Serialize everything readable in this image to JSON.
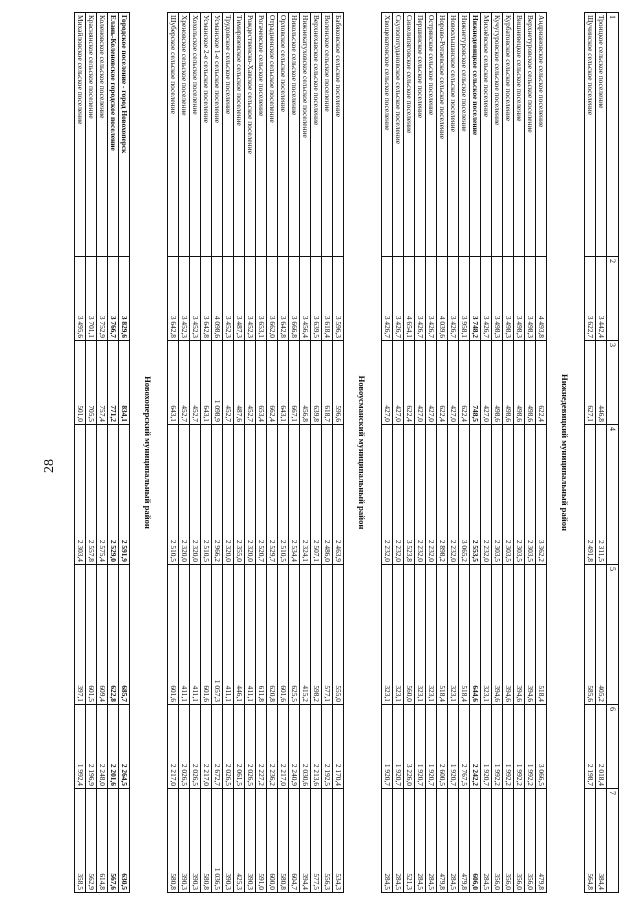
{
  "page_number": "28",
  "columns": [
    "1",
    "2",
    "3",
    "4",
    "5",
    "6",
    "7"
  ],
  "sections": [
    {
      "title": "",
      "rows": [
        [
          "Троицкое сельское поселение",
          "3 442,4",
          "446,8",
          "2 311,5",
          "405,2",
          "2 018,4",
          "384,4"
        ],
        [
          "Щучинское сельское поселение",
          "3 622,7",
          "627,1",
          "2 491,8",
          "585,6",
          "2 198,7",
          "564,8"
        ]
      ]
    },
    {
      "title": "Нижнедевицкий муниципальный район",
      "rows": [
        [
          "Андриановское сельское поселение",
          "4 493,8",
          "622,4",
          "3 362,2",
          "518,4",
          "3 066,5",
          "479,8"
        ],
        [
          "Верхнетуровское сельское поселение",
          "3 498,3",
          "498,6",
          "2 303,5",
          "394,6",
          "1 992,2",
          "356,0"
        ],
        [
          "Вишневецкое сельское поселение",
          "3 498,3",
          "498,6",
          "2 303,5",
          "394,6",
          "1 992,2",
          "356,0"
        ],
        [
          "Курбатовское сельское поселение",
          "3 498,3",
          "498,6",
          "2 303,5",
          "394,6",
          "1 992,2",
          "356,0"
        ],
        [
          "Кучугуровское сельское поселение",
          "3 498,3",
          "498,6",
          "2 303,5",
          "394,6",
          "1 992,2",
          "356,0"
        ],
        [
          "Михнёвское сельское поселение",
          "3 426,7",
          "427,0",
          "2 232,0",
          "323,1",
          "1 920,7",
          "284,5"
        ],
        [
          "Нижнедевицкое сельское поселение",
          "3 748,2",
          "748,5",
          "2 553,5",
          "644,6",
          "2 242,2",
          "606,0"
        ],
        [
          "Нижнетуровское сельское поселение",
          "3 958,1",
          "622,4",
          "3 065,2",
          "518,4",
          "2 767,5",
          "479,8"
        ],
        [
          "Новоольшанское сельское поселение",
          "3 426,7",
          "427,0",
          "2 232,0",
          "323,1",
          "1 920,7",
          "284,5"
        ],
        [
          "Норово-Ротаевское сельское поселение",
          "4 039,6",
          "622,4",
          "2 898,2",
          "518,4",
          "2 600,5",
          "479,8"
        ],
        [
          "Острянское сельское поселение",
          "3 426,7",
          "427,0",
          "2 232,0",
          "323,1",
          "1 920,7",
          "284,5"
        ],
        [
          "Першинское сельское поселение",
          "3 426,7",
          "427,0",
          "2 232,0",
          "323,1",
          "1 920,7",
          "284,5"
        ],
        [
          "Синелипяговское сельское поселение",
          "4 654,1",
          "622,4",
          "3 523,8",
          "560,0",
          "3 226,0",
          "521,3"
        ],
        [
          "Скупопотудановское сельское поселение",
          "3 426,7",
          "427,0",
          "2 232,0",
          "323,1",
          "1 920,7",
          "284,5"
        ],
        [
          "Хвощеватовское сельское поселение",
          "3 426,7",
          "427,0",
          "2 232,0",
          "323,1",
          "1 920,7",
          "284,5"
        ]
      ]
    },
    {
      "title": "Новоусманский муниципальный район",
      "rows": [
        [
          "Бабяковское сельское поселение",
          "3 596,3",
          "596,6",
          "2 463,9",
          "555,0",
          "2 170,4",
          "534,3"
        ],
        [
          "Воленское сельское поселение",
          "3 618,4",
          "618,7",
          "2 486,0",
          "577,1",
          "2 192,5",
          "556,3"
        ],
        [
          "Верхнехавское сельское поселение",
          "3 639,5",
          "639,8",
          "2 507,1",
          "598,2",
          "2 213,6",
          "577,5"
        ],
        [
          "Нижнекатуховское сельское поселение",
          "3 456,4",
          "456,8",
          "2 324,1",
          "415,2",
          "2 030,6",
          "394,4"
        ],
        [
          "Никольское сельское поселение",
          "3 666,8",
          "667,1",
          "2 534,4",
          "625,5",
          "2 240,9",
          "604,7"
        ],
        [
          "Орловское сельское поселение",
          "3 642,8",
          "643,1",
          "2 510,5",
          "601,6",
          "2 217,0",
          "580,8"
        ],
        [
          "Отрадненское сельское поселение",
          "3 662,0",
          "662,4",
          "2 529,7",
          "620,8",
          "2 236,2",
          "600,0"
        ],
        [
          "Рогачевское сельское поселение",
          "3 653,1",
          "653,4",
          "2 520,7",
          "611,8",
          "2 227,2",
          "591,0"
        ],
        [
          "Рождественско-Хавское сельское поселение",
          "3 452,3",
          "452,7",
          "2 320,0",
          "411,1",
          "2 026,5",
          "390,3"
        ],
        [
          "Тимирязевское сельское поселение",
          "3 487,3",
          "487,6",
          "2 355,0",
          "446,1",
          "2 061,5",
          "425,3"
        ],
        [
          "Трудовское сельское поселение",
          "3 452,3",
          "452,7",
          "2 320,0",
          "411,1",
          "2 026,5",
          "390,3"
        ],
        [
          "Усманское 1-е сельское поселение",
          "4 098,6",
          "1 098,9",
          "2 966,2",
          "1 057,3",
          "2 672,7",
          "1 036,5"
        ],
        [
          "Усманское 2-е сельское поселение",
          "3 642,8",
          "643,1",
          "2 510,5",
          "601,6",
          "2 217,0",
          "580,8"
        ],
        [
          "Хохольское сельское поселение",
          "3 452,3",
          "452,7",
          "2 320,0",
          "411,1",
          "2 026,5",
          "390,3"
        ],
        [
          "Хреновское сельское поселение",
          "3 452,3",
          "452,7",
          "2 320,0",
          "411,1",
          "2 026,5",
          "390,3"
        ],
        [
          "Шуберское сельское поселение",
          "3 642,8",
          "643,1",
          "2 510,5",
          "601,6",
          "2 217,0",
          "580,8"
        ]
      ]
    },
    {
      "title": "Новохоперский муниципальный район",
      "rows": [
        [
          "Городское поселение - город Новохоперск",
          "3 829,6",
          "834,1",
          "2 591,9",
          "685,7",
          "2 264,5",
          "630,5"
        ],
        [
          "Елань-Коленовское городское поселение",
          "3 766,7",
          "771,2",
          "2 529,0",
          "622,8",
          "2 201,6",
          "567,6"
        ],
        [
          "Коленовское сельское поселение",
          "3 752,9",
          "757,4",
          "2 575,4",
          "609,4",
          "2 248,0",
          "614,8"
        ],
        [
          "Краснянское сельское поселение",
          "3 701,1",
          "705,5",
          "2 557,8",
          "601,5",
          "2 196,9",
          "562,9"
        ],
        [
          "Михайловское сельское поселение",
          "3 495,6",
          "501,0",
          "2 303,4",
          "397,1",
          "1 992,4",
          "358,5"
        ]
      ]
    }
  ]
}
